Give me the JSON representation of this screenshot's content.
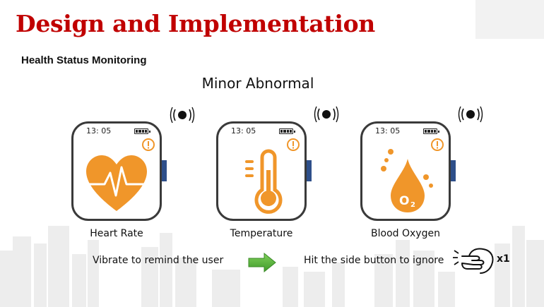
{
  "slide": {
    "title": "Design and Implementation",
    "subtitle": "Health Status Monitoring",
    "status_heading": "Minor Abnormal"
  },
  "watches": [
    {
      "time": "13: 05",
      "icon": "heart-rate-icon",
      "label": "Heart Rate"
    },
    {
      "time": "13: 05",
      "icon": "thermometer-icon",
      "label": "Temperature"
    },
    {
      "time": "13: 05",
      "icon": "blood-oxygen-drop-icon",
      "label": "Blood Oxygen"
    }
  ],
  "actions": {
    "vibrate_text": "Vibrate to remind the user",
    "ignore_text": "Hit the side button to ignore",
    "tap_count": "x1"
  },
  "colors": {
    "title": "#c00000",
    "accent_orange": "#f0962a",
    "side_button": "#2e4f8a",
    "arrow_green": "#5fb83c"
  }
}
